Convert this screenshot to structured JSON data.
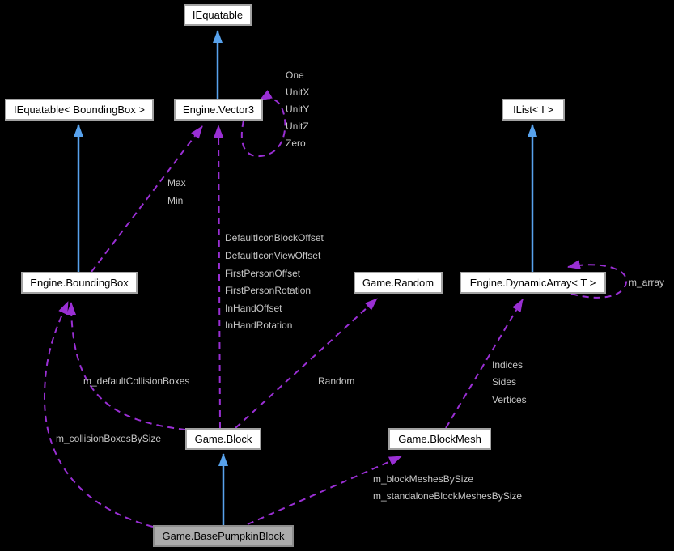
{
  "diagram": {
    "nodes": {
      "iequatable": {
        "label": "IEquatable"
      },
      "iequatable_boundingbox": {
        "label": "IEquatable< BoundingBox >"
      },
      "engine_vector3": {
        "label": "Engine.Vector3"
      },
      "ilist": {
        "label": "IList< I >"
      },
      "engine_boundingbox": {
        "label": "Engine.BoundingBox"
      },
      "game_random": {
        "label": "Game.Random"
      },
      "engine_dynamicarray": {
        "label": "Engine.DynamicArray< T >"
      },
      "game_block": {
        "label": "Game.Block"
      },
      "game_blockmesh": {
        "label": "Game.BlockMesh"
      },
      "game_basepumpkinblock": {
        "label": "Game.BasePumpkinBlock"
      }
    },
    "edge_labels": {
      "vector3_self": [
        "One",
        "UnitX",
        "UnitY",
        "UnitZ",
        "Zero"
      ],
      "boundingbox_vector3": [
        "Max",
        "Min"
      ],
      "block_vector3": [
        "DefaultIconBlockOffset",
        "DefaultIconViewOffset",
        "FirstPersonOffset",
        "FirstPersonRotation",
        "InHandOffset",
        "InHandRotation"
      ],
      "dynamicarray_self": [
        "m_array"
      ],
      "blockmesh_dynamicarray": [
        "Indices",
        "Sides",
        "Vertices"
      ],
      "block_random": [
        "Random"
      ],
      "block_boundingbox": [
        "m_defaultCollisionBoxes"
      ],
      "basepumpkin_boundingbox": [
        "m_collisionBoxesBySize"
      ],
      "basepumpkin_blockmesh": [
        "m_blockMeshesBySize",
        "m_standaloneBlockMeshesBySize"
      ]
    },
    "colors": {
      "background": "#000000",
      "inheritance_edge": "#58a2ec",
      "usage_edge": "#9a2fd4",
      "node_fill": "#ffffff",
      "node_border": "#a2a2a2",
      "node_text": "#000000",
      "selected_node_fill": "#ababab",
      "edge_label_text": "#c6c6c6"
    }
  }
}
